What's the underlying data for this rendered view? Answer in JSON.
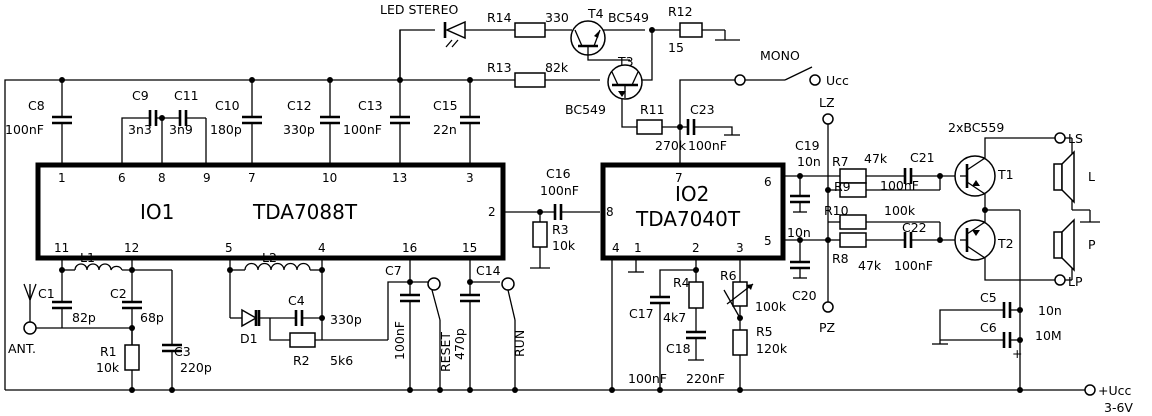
{
  "ic1": {
    "ref": "IO1",
    "part": "TDA7088T",
    "pins_top": [
      "1",
      "6",
      "8",
      "9",
      "7",
      "10",
      "13",
      "3"
    ],
    "pins_bottom": [
      "11",
      "12",
      "5",
      "4",
      "16",
      "15"
    ],
    "pin_right": "2"
  },
  "ic2": {
    "ref": "IO2",
    "part": "TDA7040T",
    "pin_top": "7",
    "pins_bottom": [
      "4",
      "1",
      "2",
      "3"
    ],
    "pin_left": "8",
    "pins_right": [
      "6",
      "5"
    ]
  },
  "capacitors": {
    "C8": {
      "ref": "C8",
      "value": "100nF"
    },
    "C9": {
      "ref": "C9",
      "value": "3n3"
    },
    "C11": {
      "ref": "C11",
      "value": "3n9"
    },
    "C10": {
      "ref": "C10",
      "value": "180p"
    },
    "C12": {
      "ref": "C12",
      "value": "330p"
    },
    "C13": {
      "ref": "C13",
      "value": "100nF"
    },
    "C15": {
      "ref": "C15",
      "value": "22n"
    },
    "C16": {
      "ref": "C16",
      "value": "100nF"
    },
    "C1": {
      "ref": "C1",
      "value": "82p"
    },
    "C2": {
      "ref": "C2",
      "value": "68p"
    },
    "C3": {
      "ref": "C3",
      "value": "220p"
    },
    "C4": {
      "ref": "C4",
      "value": "330p"
    },
    "C7": {
      "ref": "C7",
      "value": "100nF"
    },
    "C14": {
      "ref": "C14",
      "value": "470p"
    },
    "C17": {
      "ref": "C17",
      "value": "100nF"
    },
    "C18": {
      "ref": "C18",
      "value": "220nF"
    },
    "C19": {
      "ref": "C19",
      "value": "10n"
    },
    "C20": {
      "ref": "C20",
      "value": "10n"
    },
    "C21": {
      "ref": "C21",
      "value": "100nF"
    },
    "C22": {
      "ref": "C22",
      "value": "100nF"
    },
    "C23": {
      "ref": "C23",
      "value": "100nF"
    },
    "C5": {
      "ref": "C5",
      "value": "10n"
    },
    "C6": {
      "ref": "C6",
      "value": "10M"
    }
  },
  "resistors": {
    "R1": {
      "ref": "R1",
      "value": "10k"
    },
    "R2": {
      "ref": "R2",
      "value": "5k6"
    },
    "R3": {
      "ref": "R3",
      "value": "10k"
    },
    "R4": {
      "ref": "R4",
      "value": "4k7"
    },
    "R5": {
      "ref": "R5",
      "value": "120k"
    },
    "R6": {
      "ref": "R6",
      "value": "100k"
    },
    "R7": {
      "ref": "R7",
      "value": "47k"
    },
    "R8": {
      "ref": "R8",
      "value": "47k"
    },
    "R9": {
      "ref": "R9"
    },
    "R10": {
      "ref": "R10",
      "value": "100k"
    },
    "R11": {
      "ref": "R11",
      "value": "270k"
    },
    "R12": {
      "ref": "R12",
      "value": "15"
    },
    "R13": {
      "ref": "R13",
      "value": "82k"
    },
    "R14": {
      "ref": "R14",
      "value": "330"
    }
  },
  "inductors": {
    "L1": "L1",
    "L2": "L2"
  },
  "diode_d1": "D1",
  "transistors": {
    "T1": "T1",
    "T2": "T2",
    "T3": "T3",
    "T4": "T4",
    "T3_type": "BC549",
    "T4_type": "BC549",
    "T1T2_type": "2xBC559"
  },
  "labels": {
    "led": "LED STEREO",
    "mono": "MONO",
    "ucc": "Ucc",
    "ucc_supply": "+Ucc",
    "supply_range": "3-6V",
    "ant": "ANT.",
    "reset": "RESET",
    "run": "RUN",
    "lz": "LZ",
    "pz": "PZ",
    "ls": "LS",
    "lp": "LP",
    "spk_l": "L",
    "spk_p": "P",
    "plus": "+"
  },
  "colors": {
    "ink": "#000000",
    "background": "#ffffff"
  }
}
